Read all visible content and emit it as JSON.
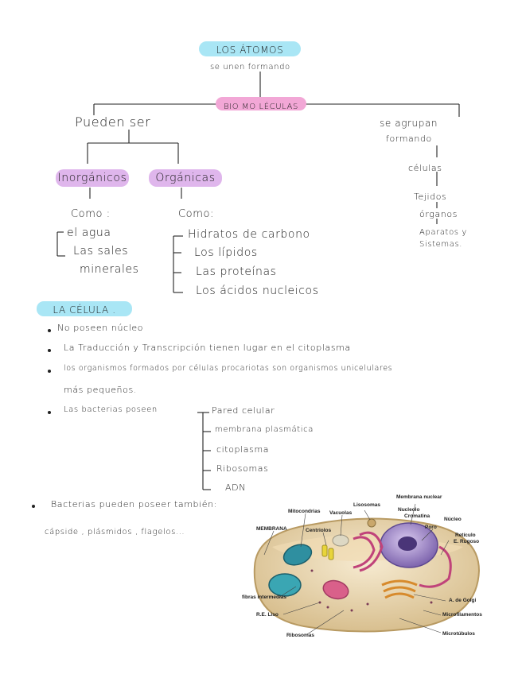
{
  "concept_map": {
    "title": "LOS ÁTOMOS",
    "se_unen": "se unen formando",
    "biomoleculas": "BIO MO LÉCULAS",
    "pueden_ser": "Pueden ser",
    "se_agrupan": "se agrupan",
    "formando": "formando",
    "inorganicos": "Inorgánicos",
    "organicas": "Orgánicas",
    "como_left": "Como :",
    "como_right": "Como:",
    "inorg_items": [
      "el agua",
      "Las sales",
      "minerales"
    ],
    "org_items": [
      "Hidratos de carbono",
      "Los lípidos",
      "Las proteínas",
      "Los ácidos nucleicos"
    ],
    "chain": [
      "células",
      "Tejidos",
      "órganos",
      "Aparatos y",
      "Sistemas."
    ]
  },
  "section": {
    "title": "LA CÉLULA .",
    "bullets": [
      "No poseen núcleo",
      "La Traducción y Transcripción tienen lugar en el citoplasma",
      "los organismos formados por células procariotas son organismos unicelulares",
      "más pequeños."
    ],
    "bacteria_intro": "Las bacterias poseen",
    "bacteria_parts": [
      "Pared celular",
      "membrana plasmática",
      "citoplasma",
      "Ribosomas",
      "ADN"
    ],
    "bacteria_also": "Bacterias pueden poseer también:",
    "bacteria_also_items": "cápside , plásmidos , flagelos..."
  },
  "cell_diagram_labels": {
    "mitocondrias": "Mitocondrias",
    "vacuolas": "Vacuolas",
    "lisosomas": "Lisosomas",
    "membrana_nuclear": "Membrana nuclear",
    "nucleolo": "Nucleolo",
    "cromatina": "Cromatina",
    "nucleo": "Núcleo",
    "membrana": "MEMBRANA",
    "centriolos": "Centriolos",
    "poro": "Poro",
    "reticulo": "Retículo",
    "e_rugoso": "E. Rugoso",
    "fibras": "fibras intermedias",
    "golgi": "A. de Golgi",
    "re_liso": "R.E. Liso",
    "microfilamentos": "Microfilamentos",
    "ribosomas": "Ribosomas",
    "microtubulos": "Microtúbulos"
  },
  "colors": {
    "cyan_pill": "#a9e6f5",
    "pink_pill": "#f2a7d6",
    "violet_pill": "#dfb6ec"
  }
}
